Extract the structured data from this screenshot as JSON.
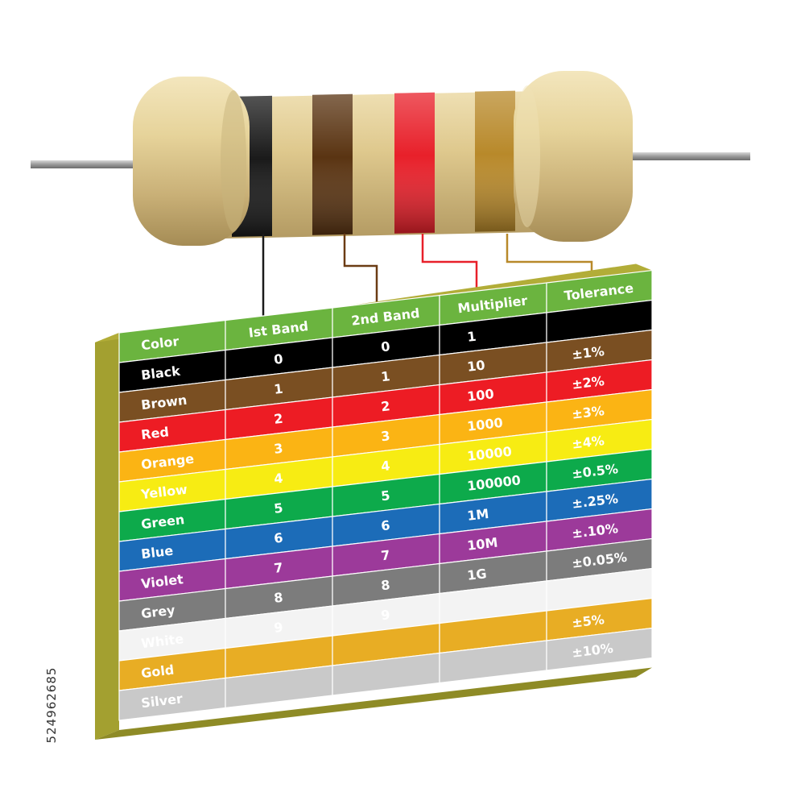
{
  "resistor": {
    "bands": [
      {
        "name": "Black",
        "color": "#1a1a1a"
      },
      {
        "name": "Brown",
        "color": "#5a3412"
      },
      {
        "name": "Red",
        "color": "#e8202a"
      },
      {
        "name": "Gold",
        "color": "#b8892a"
      }
    ],
    "body_color": "#d8c188",
    "arrow_colors": [
      "#1a1a1a",
      "#6b3c14",
      "#e8202a",
      "#b8892a"
    ]
  },
  "table": {
    "headers": [
      "Color",
      "Ist Band",
      "2nd Band",
      "Multiplier",
      "Tolerance"
    ],
    "header_color": "#6bb43f",
    "rows": [
      {
        "color": "Black",
        "bg": "#000000",
        "text_color": "#ffffff",
        "band1": "0",
        "band2": "0",
        "multiplier": "1",
        "tolerance": ""
      },
      {
        "color": "Brown",
        "bg": "#7a4f22",
        "text_color": "#ffffff",
        "band1": "1",
        "band2": "1",
        "multiplier": "10",
        "tolerance": "±1%"
      },
      {
        "color": "Red",
        "bg": "#ed1c24",
        "text_color": "#ffffff",
        "band1": "2",
        "band2": "2",
        "multiplier": "100",
        "tolerance": "±2%"
      },
      {
        "color": "Orange",
        "bg": "#fbb414",
        "text_color": "#ffffff",
        "band1": "3",
        "band2": "3",
        "multiplier": "1000",
        "tolerance": "±3%"
      },
      {
        "color": "Yellow",
        "bg": "#f7ec13",
        "text_color": "#ffffff",
        "band1": "4",
        "band2": "4",
        "multiplier": "10000",
        "tolerance": "±4%"
      },
      {
        "color": "Green",
        "bg": "#0daa4b",
        "text_color": "#ffffff",
        "band1": "5",
        "band2": "5",
        "multiplier": "100000",
        "tolerance": "±0.5%"
      },
      {
        "color": "Blue",
        "bg": "#1c6cb8",
        "text_color": "#ffffff",
        "band1": "6",
        "band2": "6",
        "multiplier": "1M",
        "tolerance": "±.25%"
      },
      {
        "color": "Violet",
        "bg": "#9c3a9a",
        "text_color": "#ffffff",
        "band1": "7",
        "band2": "7",
        "multiplier": "10M",
        "tolerance": "±.10%"
      },
      {
        "color": "Grey",
        "bg": "#7c7c7c",
        "text_color": "#ffffff",
        "band1": "8",
        "band2": "8",
        "multiplier": "1G",
        "tolerance": "±0.05%"
      },
      {
        "color": "White",
        "bg": "#f3f3f3",
        "text_color": "#ffffff",
        "band1": "9",
        "band2": "9",
        "multiplier": "",
        "tolerance": ""
      },
      {
        "color": "Gold",
        "bg": "#e8ad24",
        "text_color": "#ffffff",
        "band1": "",
        "band2": "",
        "multiplier": "",
        "tolerance": "±5%"
      },
      {
        "color": "Silver",
        "bg": "#c9c9c9",
        "text_color": "#ffffff",
        "band1": "",
        "band2": "",
        "multiplier": "",
        "tolerance": "±10%"
      }
    ],
    "side_color": "#a3a030"
  },
  "stock_id": "524962685"
}
